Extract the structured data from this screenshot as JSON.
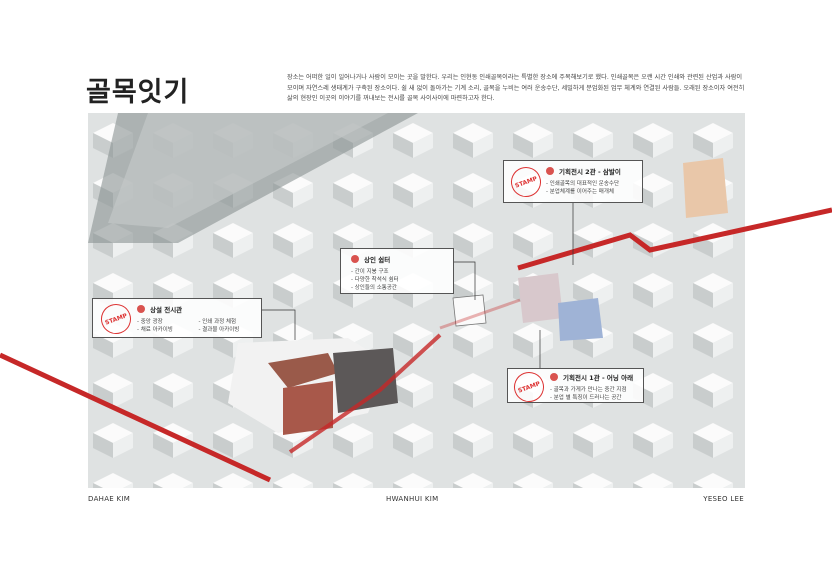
{
  "title": "골목잇기",
  "description": "장소는 어떠한 일이 일어나거나 사람이 모이는 곳을 말한다. 우리는 인현동 인쇄골목이라는 특별한 장소에 주목해보기로 했다. 인쇄골목은 오랜 시간 인쇄와 관련된 산업과 사람이 모이며 자연스레 생태계가 구축된 장소이다. 쉴 새 없이 돌아가는 기계 소리, 골목을 누비는 여러 운송수단, 세밀하게 분업화된 업무 체계와 연결된 사람들. 오래된 장소이자 여전히 삶의 현장인 이곳의 이야기를 꺼내보는 전시를 골목 사이사이에 마련하고자 한다.",
  "accent": "#d32f2f",
  "callouts": {
    "permanent": {
      "stamp": "STAMP",
      "title": "상설 전시관",
      "items": [
        "중앙 광장",
        "채료 아카이빙",
        "인쇄 과정 체험",
        "결과물 아카이빙"
      ]
    },
    "rest": {
      "title": "상인 쉼터",
      "items": [
        "간이 지붕 구조",
        "다양한 착석식 쉼터",
        "상인들의 소통공간"
      ]
    },
    "hall2": {
      "stamp": "STAMP",
      "title": "기획전시 2관 - 삼발이",
      "items": [
        "인쇄골목의 대표적인 운송수단",
        "분업체계를 이어주는 매개체"
      ]
    },
    "hall1": {
      "stamp": "STAMP",
      "title": "기획전시 1관 - 어닝 아래",
      "items": [
        "골목과 가게가 만나는 중간 지점",
        "분업 별 특징이 드러나는 공간"
      ]
    }
  },
  "authors": [
    "DAHAE KIM",
    "HWANHUI KIM",
    "YESEO LEE"
  ]
}
